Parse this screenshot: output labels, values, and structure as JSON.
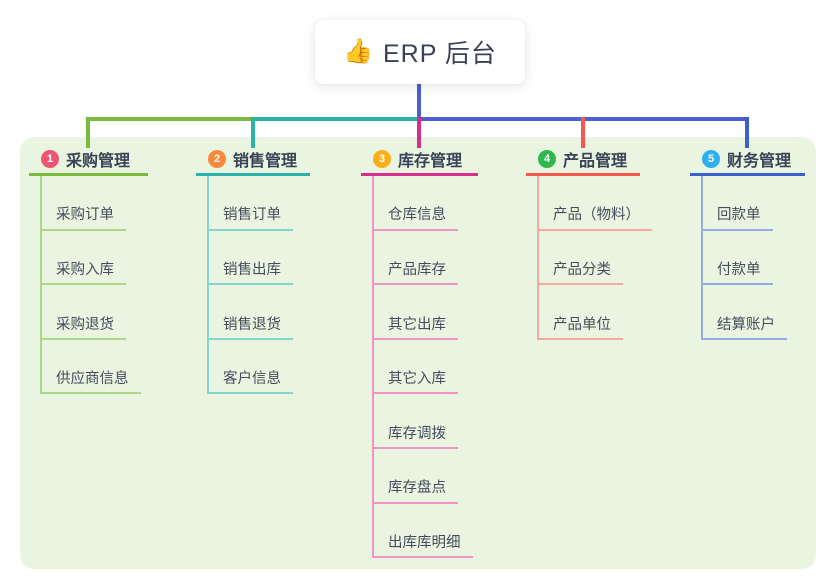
{
  "root": {
    "icon_label": "thumbs-up",
    "icon_glyph": "👍",
    "label": "ERP 后台"
  },
  "colors": {
    "trunk_line": "#4c60d3",
    "panel_background": "#e9f5e1",
    "root_text": "#3b4256"
  },
  "branches": [
    {
      "num": "1",
      "label": "采购管理",
      "line_color": "#7bb940",
      "sub_line_color": "#afd785",
      "badge_color": "#ef5571",
      "items": [
        "采购订单",
        "采购入库",
        "采购退货",
        "供应商信息"
      ]
    },
    {
      "num": "2",
      "label": "销售管理",
      "line_color": "#29b3ab",
      "sub_line_color": "#85d5cf",
      "badge_color": "#f9883d",
      "items": [
        "销售订单",
        "销售出库",
        "销售退货",
        "客户信息"
      ]
    },
    {
      "num": "3",
      "label": "库存管理",
      "line_color": "#d62e8c",
      "sub_line_color": "#ee95c6",
      "badge_color": "#fbaf17",
      "items": [
        "仓库信息",
        "产品库存",
        "其它出库",
        "其它入库",
        "库存调拨",
        "库存盘点",
        "出库库明细"
      ]
    },
    {
      "num": "4",
      "label": "产品管理",
      "line_color": "#f6574e",
      "sub_line_color": "#fba69f",
      "badge_color": "#2fb84e",
      "items": [
        "产品（物料）",
        "产品分类",
        "产品单位"
      ]
    },
    {
      "num": "5",
      "label": "财务管理",
      "line_color": "#3c60c9",
      "sub_line_color": "#98aade",
      "badge_color": "#2fb0ee",
      "items": [
        "回款单",
        "付款单",
        "结算账户"
      ]
    }
  ]
}
